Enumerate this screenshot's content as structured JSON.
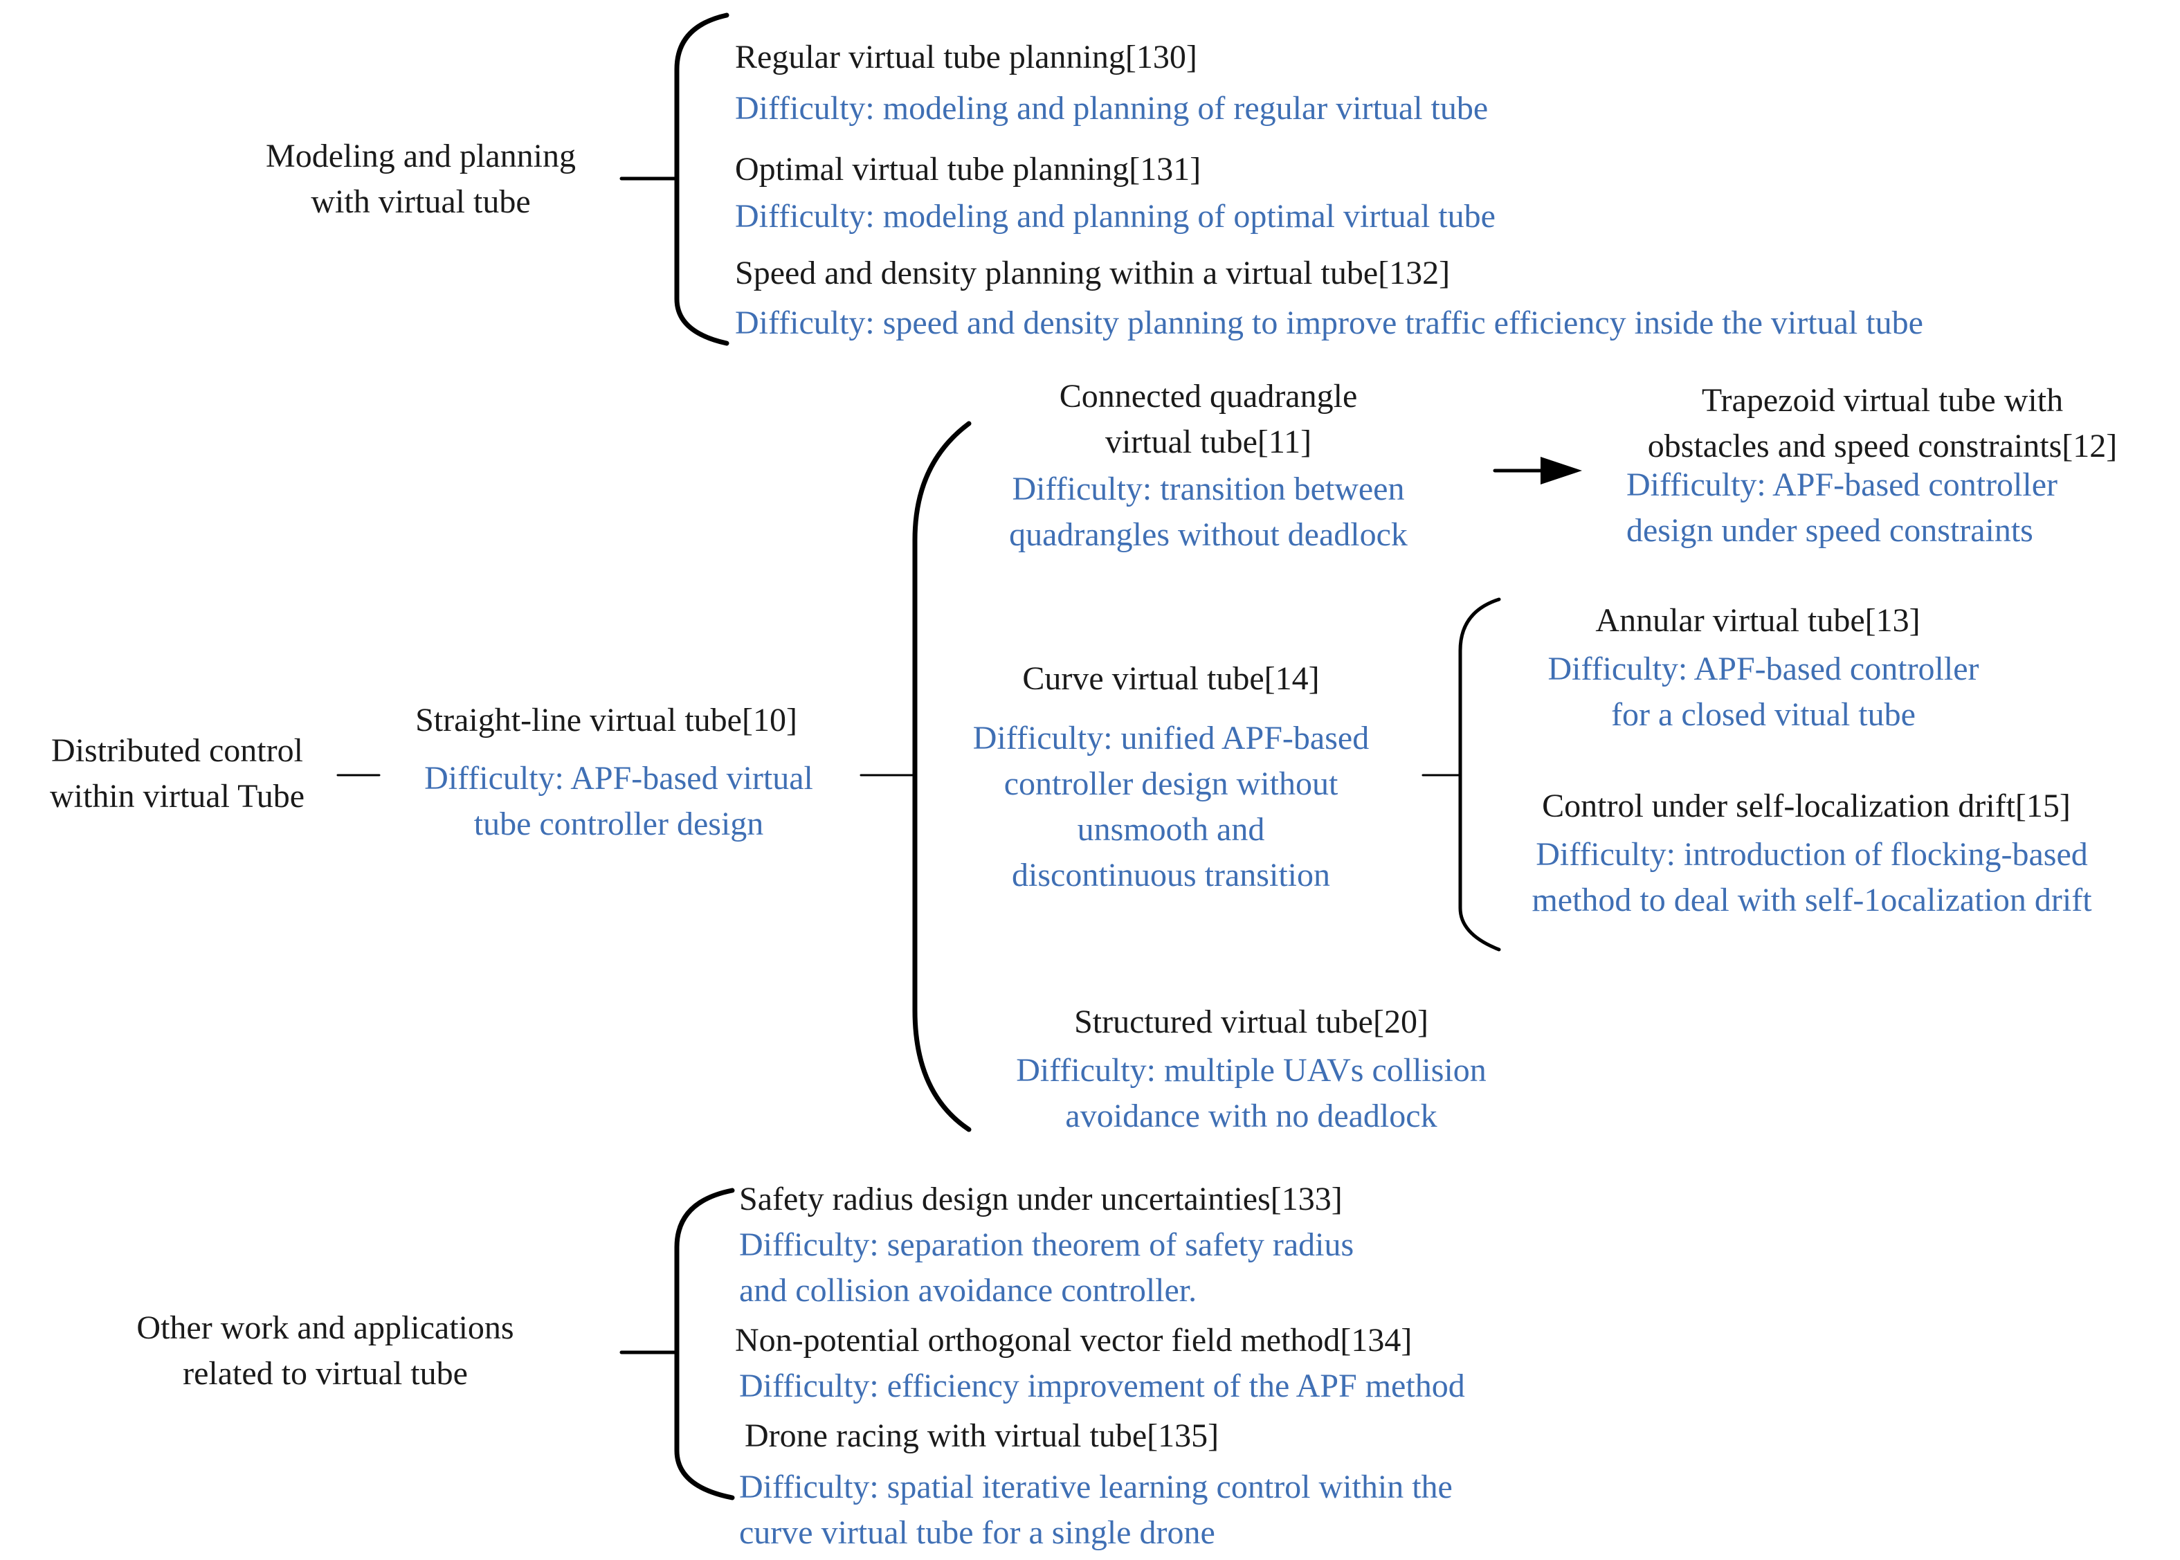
{
  "colors": {
    "title_text": "#1a1a1a",
    "difficulty_text": "#3f6fb4",
    "lines": "#000000"
  },
  "groups": {
    "modeling": {
      "label": [
        "Modeling and planning",
        "with virtual tube"
      ],
      "items": [
        {
          "title": "Regular virtual tube planning[130]",
          "difficulty": [
            "Difficulty: modeling and planning of regular virtual tube"
          ]
        },
        {
          "title": "Optimal virtual tube planning[131]",
          "difficulty": [
            "Difficulty: modeling and planning of optimal virtual tube"
          ]
        },
        {
          "title": "Speed and density planning within a virtual tube[132]",
          "difficulty": [
            "Difficulty: speed and density planning to improve traffic efficiency inside the virtual tube"
          ]
        }
      ]
    },
    "distributed": {
      "label": [
        "Distributed control",
        "within virtual Tube"
      ],
      "root": {
        "title": "Straight-line virtual tube[10]",
        "difficulty": [
          "Difficulty: APF-based virtual",
          "tube controller design"
        ]
      },
      "connected": {
        "title": [
          "Connected quadrangle",
          "virtual tube[11]"
        ],
        "difficulty": [
          "Difficulty: transition between",
          "quadrangles without deadlock"
        ]
      },
      "trapezoid": {
        "title": [
          "Trapezoid virtual tube with",
          "obstacles and speed constraints[12]"
        ],
        "difficulty": [
          "Difficulty: APF-based controller",
          "design under speed constraints"
        ]
      },
      "curve": {
        "title": "Curve virtual tube[14]",
        "difficulty": [
          "Difficulty: unified APF-based",
          "controller design without",
          "unsmooth and",
          "discontinuous transition"
        ]
      },
      "annular": {
        "title": "Annular virtual tube[13]",
        "difficulty": [
          "Difficulty: APF-based controller",
          "for a closed vitual tube"
        ]
      },
      "drift": {
        "title": "Control under self-localization drift[15]",
        "difficulty": [
          "Difficulty: introduction of flocking-based",
          "method to deal with self-1ocalization drift"
        ]
      },
      "structured": {
        "title": "Structured virtual tube[20]",
        "difficulty": [
          "Difficulty: multiple UAVs collision",
          "avoidance with no deadlock"
        ]
      }
    },
    "other": {
      "label": [
        "Other work and applications",
        "related to virtual tube"
      ],
      "items": [
        {
          "title": "Safety radius design under uncertainties[133]",
          "difficulty": [
            "Difficulty: separation theorem of safety radius",
            "and collision avoidance controller."
          ]
        },
        {
          "title": "Non-potential orthogonal vector field method[134]",
          "difficulty": [
            "Difficulty: efficiency improvement of the APF method"
          ]
        },
        {
          "title": "Drone racing with virtual tube[135]",
          "difficulty": [
            "Difficulty: spatial iterative learning control within the",
            "curve virtual tube for a single drone"
          ]
        }
      ]
    }
  }
}
